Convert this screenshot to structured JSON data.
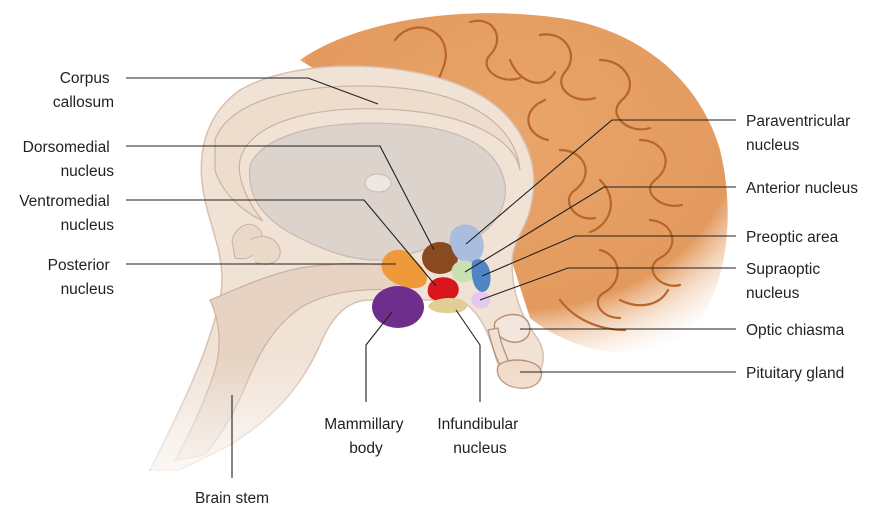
{
  "labels": {
    "corpus_callosum": [
      "Corpus",
      "callosum"
    ],
    "dorsomedial_nucleus": [
      "Dorsomedial",
      "nucleus"
    ],
    "ventromedial_nucleus": [
      "Ventromedial",
      "nucleus"
    ],
    "posterior_nucleus": [
      "Posterior",
      "nucleus"
    ],
    "paraventricular_nucleus": [
      "Paraventricular",
      "nucleus"
    ],
    "anterior_nucleus": [
      "Anterior nucleus"
    ],
    "preoptic_area": [
      "Preoptic area"
    ],
    "supraoptic_nucleus": [
      "Supraoptic",
      "nucleus"
    ],
    "optic_chiasma": [
      "Optic chiasma"
    ],
    "pituitary_gland": [
      "Pituitary gland"
    ],
    "mammillary_body": [
      "Mammillary",
      "body"
    ],
    "infundibular_nucleus": [
      "Infundibular",
      "nucleus"
    ],
    "brain_stem": [
      "Brain stem"
    ]
  },
  "colors": {
    "cortex": "#e39a5e",
    "cortex_dark": "#b8652b",
    "white_matter": "#f1e2d6",
    "ventricle": "#dcd3cc",
    "posterior_nucleus": "#ee9a3b",
    "dorsomedial_nucleus": "#8a4a21",
    "ventromedial_nucleus": "#d9161c",
    "paraventricular_nucleus": "#a9bddf",
    "anterior_nucleus": "#c9e0b0",
    "preoptic_area": "#4f86c6",
    "supraoptic_nucleus": "#e6c8ee",
    "mammillary_body": "#6e2f8c",
    "infundibular_nucleus": "#e0cf95"
  }
}
